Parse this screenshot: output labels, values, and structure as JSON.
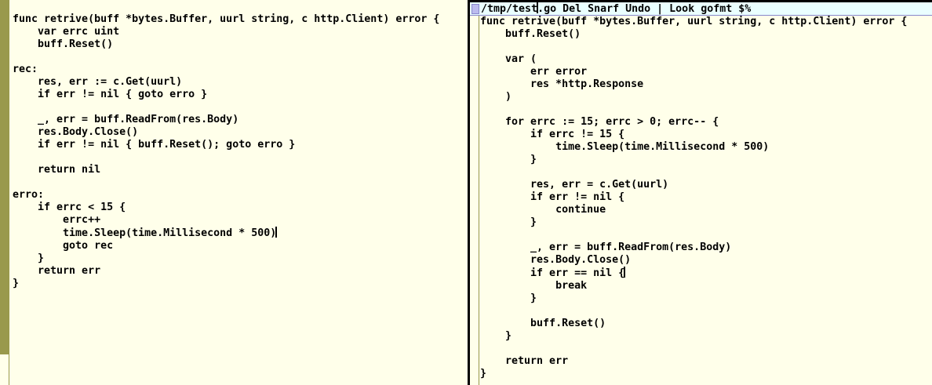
{
  "left_window": {
    "lines_before_cursor": "\nfunc retrive(buff *bytes.Buffer, uurl string, c http.Client) error {\n    var errc uint\n    buff.Reset()\n\nrec:\n    res, err := c.Get(uurl)\n    if err != nil { goto erro }\n\n    _, err = buff.ReadFrom(res.Body)\n    res.Body.Close()\n    if err != nil { buff.Reset(); goto erro }\n\n    return nil\n\nerro:\n    if errc < 15 {\n        errc++\n        time.Sleep(time.Millisecond * 500)",
    "lines_after_cursor": "\n        goto rec\n    }\n    return err\n}"
  },
  "right_window": {
    "tag_before_cursor": "/tmp/test",
    "tag_after_cursor": ".go Del Snarf Undo | Look gofmt $%",
    "lines_before_cursor": "func retrive(buff *bytes.Buffer, uurl string, c http.Client) error {\n    buff.Reset()\n\n    var (\n        err error\n        res *http.Response\n    )\n\n    for errc := 15; errc > 0; errc-- {\n        if errc != 15 {\n            time.Sleep(time.Millisecond * 500)\n        }\n\n        res, err = c.Get(uurl)\n        if err != nil {\n            continue\n        }\n\n        _, err = buff.ReadFrom(res.Body)\n        res.Body.Close()\n        if err == nil {",
    "lines_after_cursor": "\n            break\n        }\n\n        buff.Reset()\n    }\n\n    return err\n}"
  },
  "colors": {
    "body_bg": "#ffffea",
    "tag_bg": "#eaffff",
    "scrollbar": "#99994c",
    "border": "#8888cc"
  }
}
